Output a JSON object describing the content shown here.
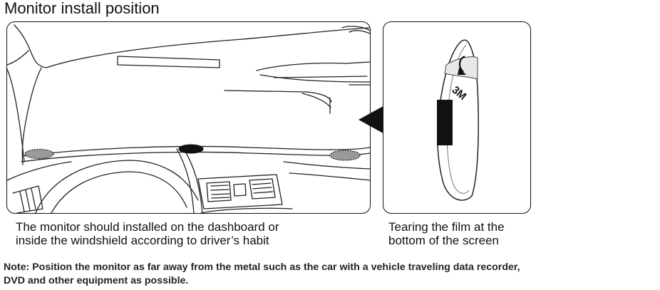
{
  "title": "Monitor install position",
  "captions": {
    "left": [
      "The monitor should installed on the dashboard or",
      "inside the windshield according to driver’s habit"
    ],
    "right": [
      "Tearing the film at the",
      "bottom of the screen"
    ]
  },
  "sticker_label": "3M",
  "note": [
    "Note: Position the monitor as far away from the metal such as the car with a vehicle traveling data recorder,",
    "DVD and other equipment as possible."
  ],
  "icons": {
    "pointer": "triangle-left-icon",
    "peel": "curved-arrow-icon"
  }
}
